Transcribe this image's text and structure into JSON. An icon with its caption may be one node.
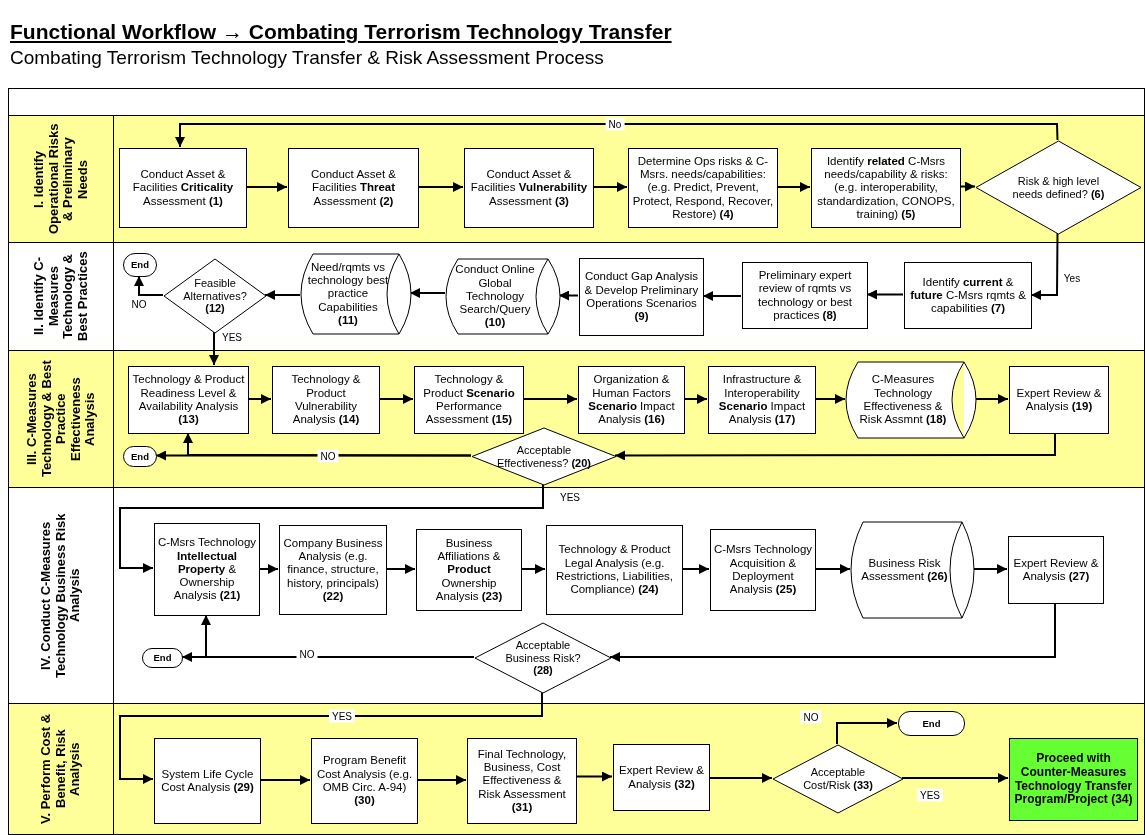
{
  "diagram": {
    "title": "Functional Workflow → Combating Terrorism Technology Transfer",
    "nodes": [
      {
        "text": [
          "I. Identify Operational Risks & Preliminary Needs"
        ]
      },
      {
        "text": [
          "Conduct Asset & Facilities **Criticality** Assessment **(1)**"
        ],
        "in": 0
      },
      {
        "text": [
          "Conduct Asset & Facilities **Threat** Assessment **(2)**"
        ],
        "in": 0
      },
      {
        "text": [
          "Conduct Asset & Facilities **Vulnerability** Assessment **(3)**"
        ],
        "in": 0
      },
      {
        "text": [
          "Determine Ops risks & C-Msrs. needs/capabilities: (e.g. Predict, Prevent, Protect, Respond, Recover, Restore) **(4)**"
        ],
        "in": 0
      },
      {
        "text": [
          "Identify **related** C-Msrs needs/capability & risks: (e.g. interoperability, standardization, CONOPS, training) **(5)**"
        ],
        "in": 0
      },
      {
        "text": [
          "Risk & high level needs defined? **(6)**"
        ],
        "in": 0
      },
      {
        "text": [
          "II. Identify C-Measures Technology & Best Practices"
        ]
      },
      {
        "text": [
          "Identify **current** & **future** C-Msrs rqmts & capabilities **(7)**"
        ],
        "in": 7
      },
      {
        "text": [
          "Preliminary expert review of rqmts vs technology or best practices **(8)**"
        ],
        "in": 7
      },
      {
        "text": [
          "Conduct Gap Analysis & Develop Preliminary Operations Scenarios **(9)**"
        ],
        "in": 7
      },
      {
        "text": [
          "Conduct Online Global Technology Search/Query **(10)**"
        ],
        "in": 7
      },
      {
        "text": [
          "Need/rqmts vs technology best practice Capabilities **(11)**"
        ],
        "in": 7
      },
      {
        "text": [
          "Feasible Alternatives? **(12)**"
        ],
        "in": 7
      },
      {
        "text": [
          "End"
        ],
        "in": 7
      },
      {
        "text": [
          "III. C-Measures Technology & Best Practice Effectiveness Analysis"
        ]
      },
      {
        "text": [
          "Technology & Product Readiness Level & Availability Analysis **(13)**"
        ],
        "in": 15
      },
      {
        "text": [
          "Technology & Product Vulnerability Analysis **(14)**"
        ],
        "in": 15
      },
      {
        "text": [
          "Technology & Product **Scenario** Performance Assessment **(15)**"
        ],
        "in": 15
      },
      {
        "text": [
          "Organization & Human Factors **Scenario** Impact Analysis **(16)**"
        ],
        "in": 15
      },
      {
        "text": [
          "Infrastructure & Interoperability **Scenario** Impact Analysis **(17)**"
        ],
        "in": 15
      },
      {
        "text": [
          "C-Measures Technology Effectiveness & Risk Assmnt **(18)**"
        ],
        "in": 15
      },
      {
        "text": [
          "Expert Review & Analysis **(19)**"
        ],
        "in": 15
      },
      {
        "text": [
          "Acceptable Effectiveness? **(20)**"
        ],
        "in": 15
      },
      {
        "text": [
          "End"
        ],
        "in": 15
      },
      {
        "text": [
          "IV. Conduct C-Measures Technology Business Risk Analysis"
        ]
      },
      {
        "text": [
          "C-Msrs Technology **Intellectual Property** & Ownership Analysis **(21)**"
        ],
        "in": 25
      },
      {
        "text": [
          "Company Business Analysis (e.g. finance, structure, history, principals) **(22)**"
        ],
        "in": 25
      },
      {
        "text": [
          "Business Affiliations & **Product** Ownership Analysis **(23)**"
        ],
        "in": 25
      },
      {
        "text": [
          "Technology & Product Legal Analysis (e.g. Restrictions, Liabilities, Compliance) **(24)**"
        ],
        "in": 25
      },
      {
        "text": [
          "C-Msrs Technology Acquisition & Deployment Analysis **(25)**"
        ],
        "in": 25
      },
      {
        "text": [
          "Business Risk Assessment **(26)**"
        ],
        "in": 25
      },
      {
        "text": [
          "Expert Review & Analysis **(27)**"
        ],
        "in": 25
      },
      {
        "text": [
          "Acceptable Business Risk? **(28)**"
        ],
        "in": 25
      },
      {
        "text": [
          "End"
        ],
        "in": 25
      },
      {
        "text": [
          "V. Perform Cost & Benefit, Risk Analysis"
        ]
      },
      {
        "text": [
          "System Life Cycle Cost Analysis **(29)**"
        ],
        "in": 35
      },
      {
        "text": [
          "Program Benefit Cost Analysis (e.g. OMB Circ. A-94) **(30)**"
        ],
        "in": 35
      },
      {
        "text": [
          "Final Technology, Business, Cost Effectiveness & Risk Assessment **(31)**"
        ],
        "in": 35
      },
      {
        "text": [
          "Expert Review & Analysis **(32)**"
        ],
        "in": 35
      },
      {
        "text": [
          "Acceptable Cost/Risk **(33)**"
        ],
        "in": 35
      },
      {
        "text": [
          "End"
        ],
        "in": 35
      },
      {
        "text": [
          "Proceed with Counter-Measures Technology Transfer Program/Project (34)"
        ],
        "in": 35
      }
    ],
    "edges": [
      {
        "from": 1,
        "to": 2,
        "arrow": "to"
      },
      {
        "from": 2,
        "to": 3,
        "arrow": "to"
      },
      {
        "from": 3,
        "to": 4,
        "arrow": "to"
      },
      {
        "from": 4,
        "to": 5,
        "arrow": "to"
      },
      {
        "from": 5,
        "to": 6,
        "arrow": "to"
      },
      {
        "from": 6,
        "to": 1,
        "arrow": "to",
        "label": "No"
      },
      {
        "from": 6,
        "to": 8,
        "arrow": "to",
        "label": "Yes"
      },
      {
        "from": 8,
        "to": 9,
        "arrow": "to"
      },
      {
        "from": 9,
        "to": 10,
        "arrow": "to"
      },
      {
        "from": 10,
        "to": 11,
        "arrow": "to"
      },
      {
        "from": 11,
        "to": 12,
        "arrow": "to"
      },
      {
        "from": 12,
        "to": 13,
        "arrow": "to"
      },
      {
        "from": 13,
        "to": 14,
        "arrow": "to",
        "label": "NO"
      },
      {
        "from": 13,
        "to": 16,
        "arrow": "to",
        "label": "YES"
      },
      {
        "from": 16,
        "to": 17,
        "arrow": "to"
      },
      {
        "from": 17,
        "to": 18,
        "arrow": "to"
      },
      {
        "from": 18,
        "to": 19,
        "arrow": "to"
      },
      {
        "from": 19,
        "to": 20,
        "arrow": "to"
      },
      {
        "from": 20,
        "to": 21,
        "arrow": "to"
      },
      {
        "from": 21,
        "to": 22,
        "arrow": "to"
      },
      {
        "from": 22,
        "to": 23,
        "arrow": "to"
      },
      {
        "from": 23,
        "to": 24,
        "arrow": "to",
        "label": "NO"
      },
      {
        "from": 23,
        "to": 16,
        "arrow": "to"
      },
      {
        "from": 23,
        "to": 26,
        "arrow": "to",
        "label": "YES"
      },
      {
        "from": 26,
        "to": 27,
        "arrow": "to"
      },
      {
        "from": 27,
        "to": 28,
        "arrow": "to"
      },
      {
        "from": 28,
        "to": 29,
        "arrow": "to"
      },
      {
        "from": 29,
        "to": 30,
        "arrow": "to"
      },
      {
        "from": 30,
        "to": 31,
        "arrow": "to"
      },
      {
        "from": 31,
        "to": 32,
        "arrow": "to"
      },
      {
        "from": 32,
        "to": 33,
        "arrow": "to"
      },
      {
        "from": 33,
        "to": 34,
        "arrow": "to",
        "label": "NO"
      },
      {
        "from": 33,
        "to": 26,
        "arrow": "to"
      },
      {
        "from": 33,
        "to": 36,
        "arrow": "to",
        "label": "YES"
      },
      {
        "from": 36,
        "to": 37,
        "arrow": "to"
      },
      {
        "from": 37,
        "to": 38,
        "arrow": "to"
      },
      {
        "from": 38,
        "to": 39,
        "arrow": "to"
      },
      {
        "from": 39,
        "to": 40,
        "arrow": "to"
      },
      {
        "from": 40,
        "to": 41,
        "arrow": "to",
        "label": "NO"
      },
      {
        "from": 40,
        "to": 42,
        "arrow": "to",
        "label": "YES"
      }
    ],
    "labels": [
      "Combating Terrorism Technology Transfer & Risk Assessment Process"
    ]
  }
}
